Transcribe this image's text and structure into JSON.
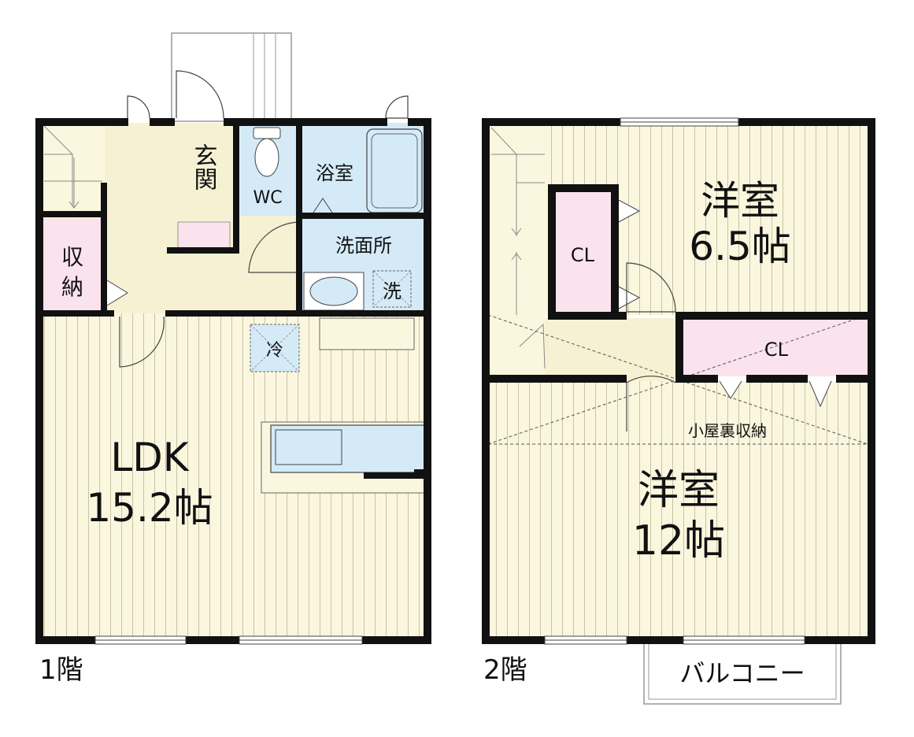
{
  "floor1": {
    "floor_label": "1階",
    "genkan": "玄関",
    "wc": "WC",
    "bath": "浴室",
    "washroom": "洗面所",
    "washer": "洗",
    "fridge": "冷",
    "storage_line1": "収",
    "storage_line2": "納",
    "ldk_name": "LDK",
    "ldk_size": "15.2帖"
  },
  "floor2": {
    "floor_label": "2階",
    "room_a_name": "洋室",
    "room_a_size": "6.5帖",
    "room_b_name": "洋室",
    "room_b_size": "12帖",
    "closet_a": "CL",
    "closet_b": "CL",
    "loft": "小屋裏収納",
    "balcony": "バルコニー"
  },
  "colors": {
    "wall": "#111111",
    "floor_wood": "#fbf6de",
    "floor_line": "#c9c3a6",
    "wet_area": "#d4eaf7",
    "closet": "#fbe3ee",
    "entrance": "#f7f1d4"
  }
}
